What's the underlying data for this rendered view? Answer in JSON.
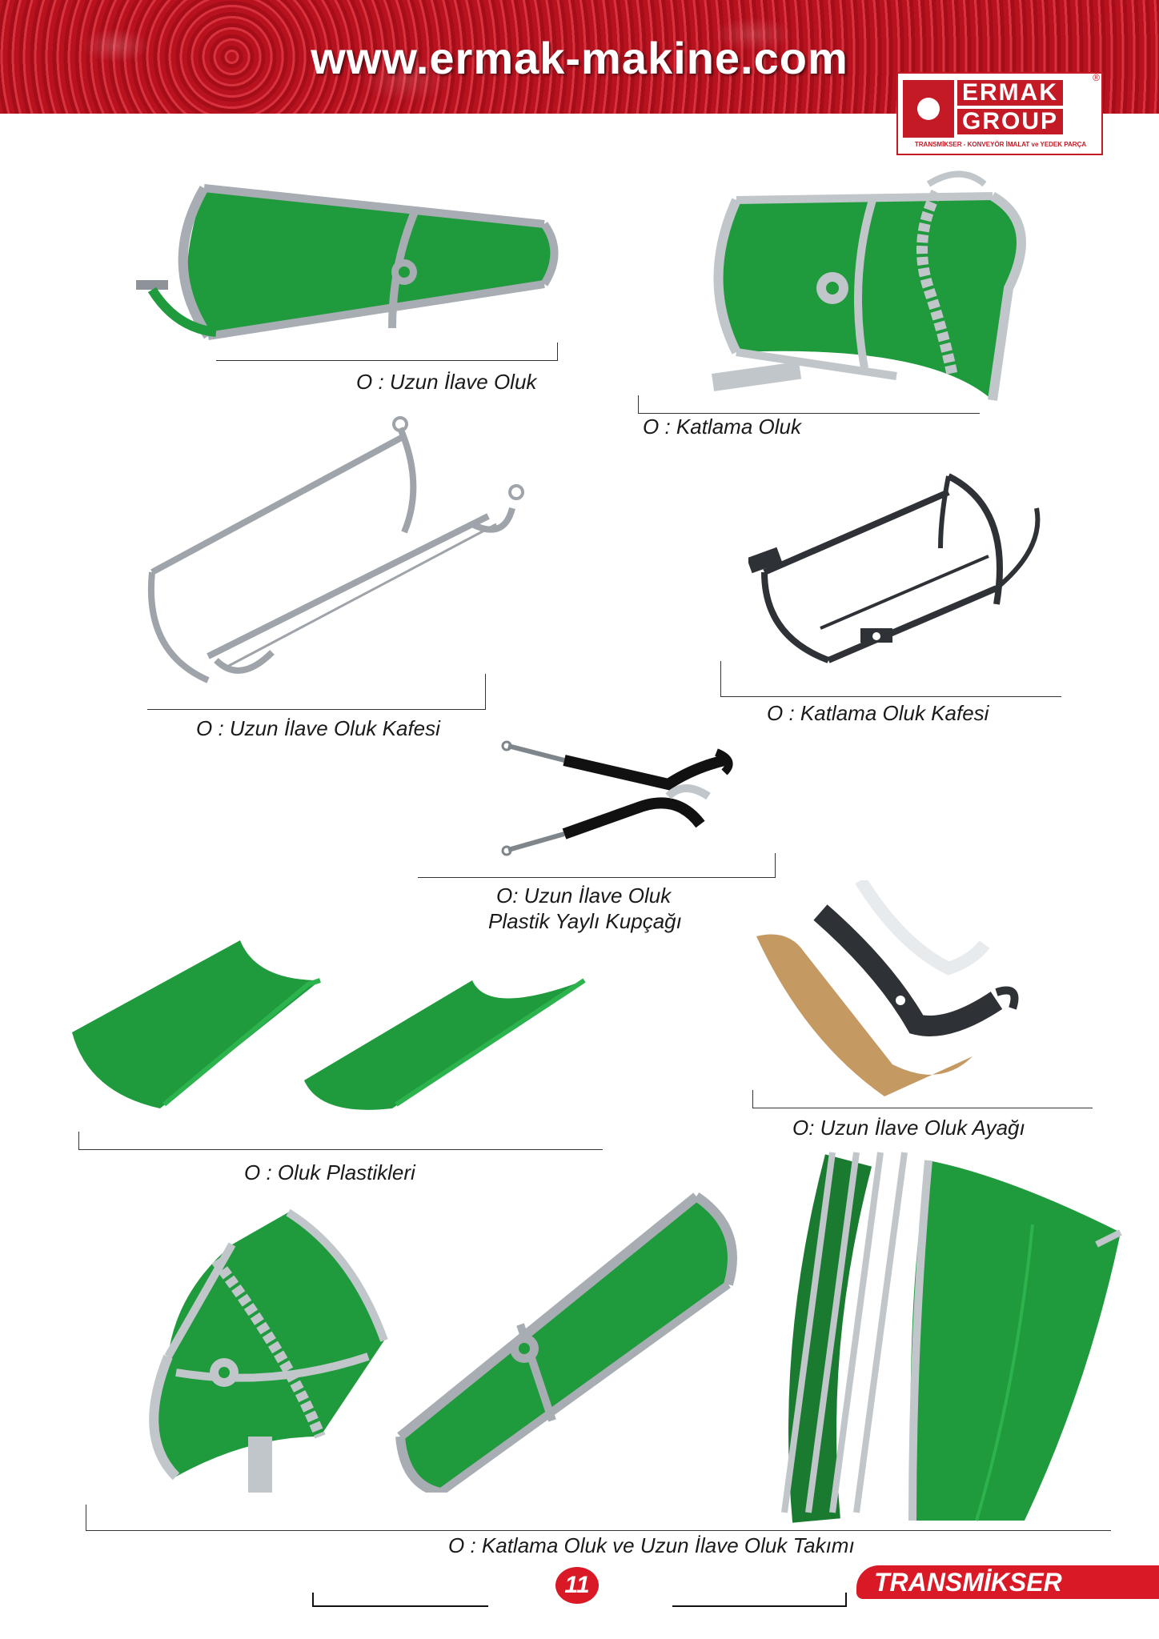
{
  "header": {
    "site_url": "www.ermak-makine.com",
    "logo": {
      "line1": "ERMAK",
      "line2": "GROUP",
      "tagline": "TRANSMİKSER - KONVEYÖR İMALAT ve YEDEK PARÇA"
    }
  },
  "products": [
    {
      "name": "uzun-ilave-oluk",
      "caption": "O : Uzun İlave Oluk"
    },
    {
      "name": "katlama-oluk",
      "caption": "O : Katlama Oluk"
    },
    {
      "name": "uzun-ilave-oluk-kafesi",
      "caption": "O : Uzun İlave Oluk Kafesi"
    },
    {
      "name": "katlama-oluk-kafesi",
      "caption": "O : Katlama Oluk Kafesi"
    },
    {
      "name": "plastik-yayli-kupcagi",
      "caption_line1": "O: Uzun İlave Oluk",
      "caption_line2": "Plastik Yaylı Kupçağı"
    },
    {
      "name": "oluk-ayagi",
      "caption": "O: Uzun İlave Oluk Ayağı"
    },
    {
      "name": "oluk-plastikleri",
      "caption": "O : Oluk Plastikleri"
    },
    {
      "name": "oluk-takimi",
      "caption": "O : Katlama Oluk ve Uzun İlave Oluk Takımı"
    }
  ],
  "footer": {
    "page_number": "11",
    "section": "TRANSMİKSER"
  },
  "colors": {
    "brand_red": "#c41a26",
    "chute_green": "#1f9a3c",
    "frame_gray": "#a7adb2",
    "cage_dark": "#2e3136",
    "leg_tan": "#c49a62"
  }
}
